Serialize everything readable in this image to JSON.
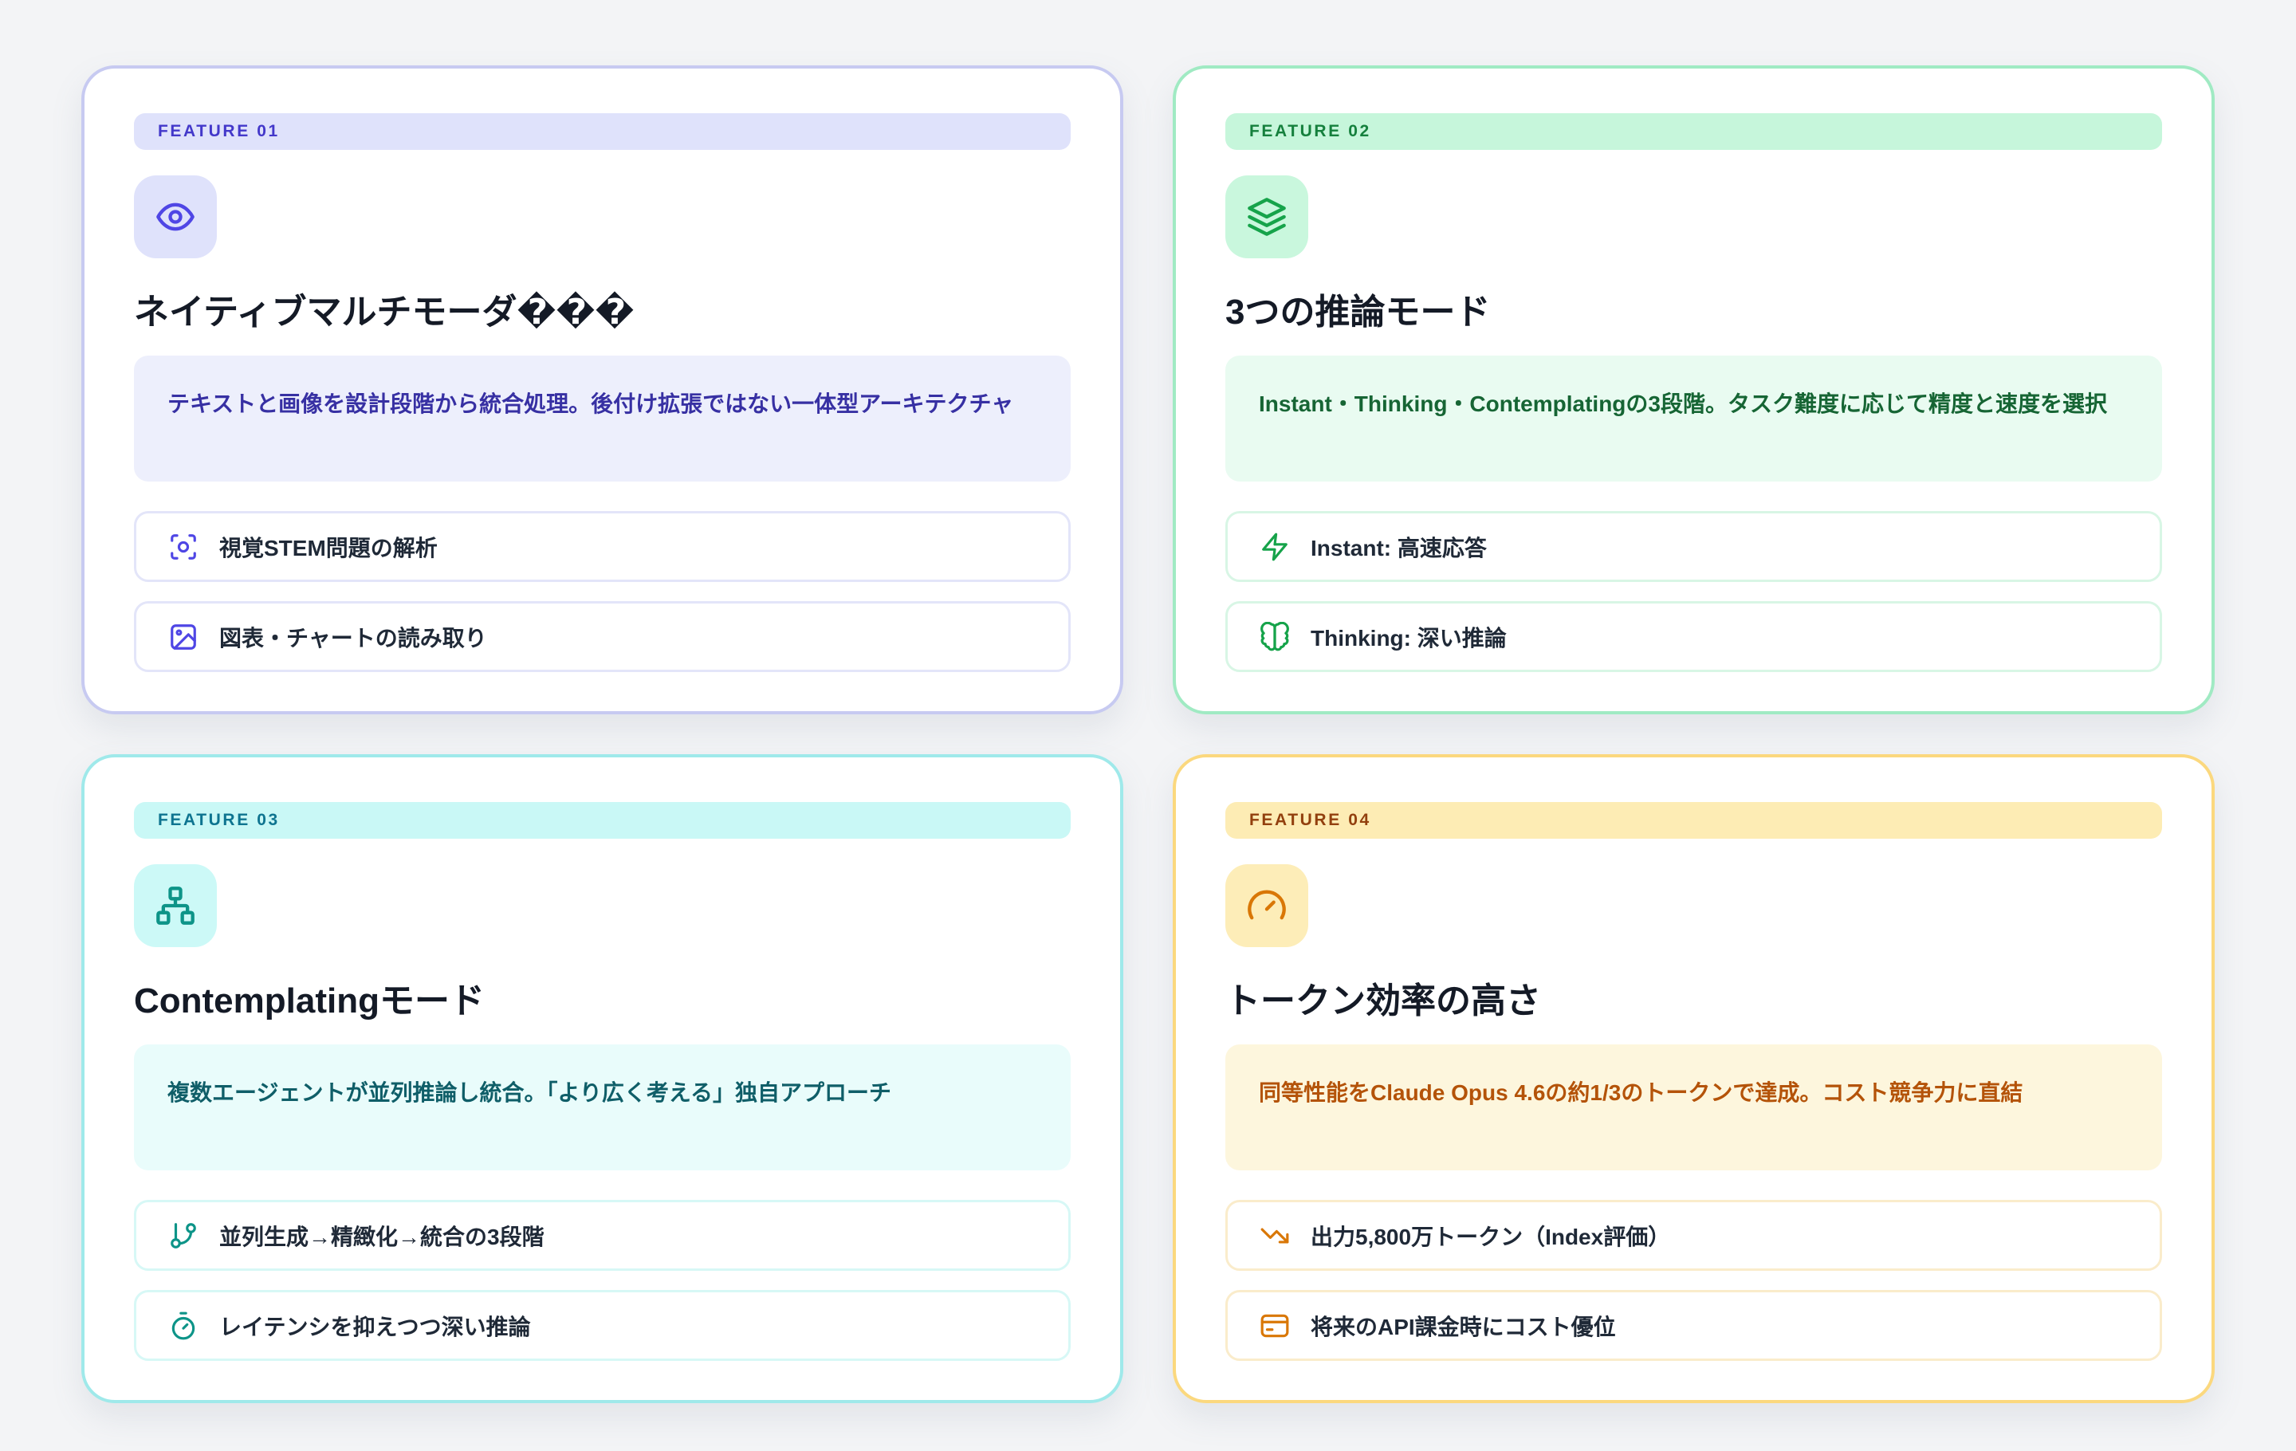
{
  "page": {
    "background": "#f3f4f6"
  },
  "cards": [
    {
      "badge": "FEATURE 01",
      "icon": "eye-icon",
      "title": "ネイティブマルチモーダ���",
      "description": "テキストと画像を設計段階から統合処理。後付け拡張ではない一体型アーキテクチャ",
      "items": [
        {
          "icon": "scan-eye-icon",
          "label": "視覚STEM問題の解析"
        },
        {
          "icon": "image-icon",
          "label": "図表・チャートの読み取り"
        }
      ],
      "colors": {
        "accent": "#4f46e5",
        "badge_text": "#4338ca",
        "badge_bg": "#dfe2fb",
        "tint_bg": "#edeffc",
        "desc_text": "#3730a3",
        "border": "#c7caf1"
      }
    },
    {
      "badge": "FEATURE 02",
      "icon": "layers-icon",
      "title": "3つの推論モード",
      "description": "Instant・Thinking・Contemplatingの3段階。タスク難度に応じて精度と速度を選択",
      "items": [
        {
          "icon": "zap-icon",
          "label": "Instant: 高速応答"
        },
        {
          "icon": "brain-icon",
          "label": "Thinking: 深い推論"
        }
      ],
      "colors": {
        "accent": "#16a34a",
        "badge_text": "#15803d",
        "badge_bg": "#c6f6db",
        "tint_bg": "#e9fbf1",
        "desc_text": "#166534",
        "border": "#a0eac3"
      }
    },
    {
      "badge": "FEATURE 03",
      "icon": "network-icon",
      "title": "Contemplatingモード",
      "description": "複数エージェントが並列推論し統合。「より広く考える」独自アプローチ",
      "items": [
        {
          "icon": "git-branch-icon",
          "label": "並列生成→精緻化→統合の3段階"
        },
        {
          "icon": "timer-icon",
          "label": "レイテンシを抑えつつ深い推論"
        }
      ],
      "colors": {
        "accent": "#0d9488",
        "badge_text": "#0e7490",
        "badge_bg": "#c9f8f6",
        "tint_bg": "#e9fcfb",
        "desc_text": "#0f5e68",
        "border": "#9fe9ea"
      }
    },
    {
      "badge": "FEATURE 04",
      "icon": "gauge-icon",
      "title": "トークン効率の高さ",
      "description": "同等性能をClaude Opus 4.6の約1/3のトークンで達成。コスト競争力に直結",
      "items": [
        {
          "icon": "trending-down-icon",
          "label": "出力5,800万トークン（Index評価）"
        },
        {
          "icon": "credit-card-icon",
          "label": "将来のAPI課金時にコスト優位"
        }
      ],
      "colors": {
        "accent": "#d97706",
        "badge_text": "#92400e",
        "badge_bg": "#fdecb4",
        "tint_bg": "#fdf6dd",
        "desc_text": "#b45309",
        "border": "#fbd87e"
      }
    }
  ]
}
